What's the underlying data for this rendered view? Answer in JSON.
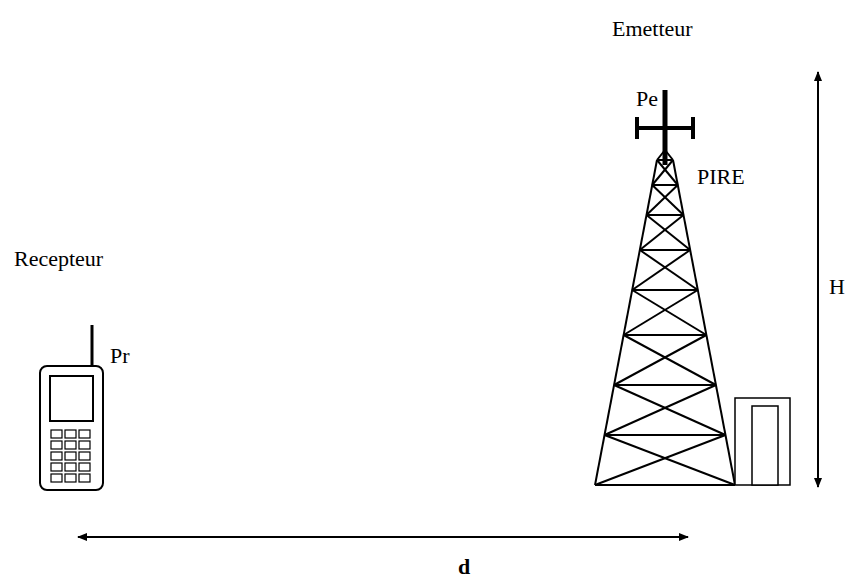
{
  "diagram": {
    "labels": [
      "Emetteur",
      "Pe",
      "PIRE",
      "Recepteur",
      "Pr",
      "H",
      "d"
    ]
  }
}
